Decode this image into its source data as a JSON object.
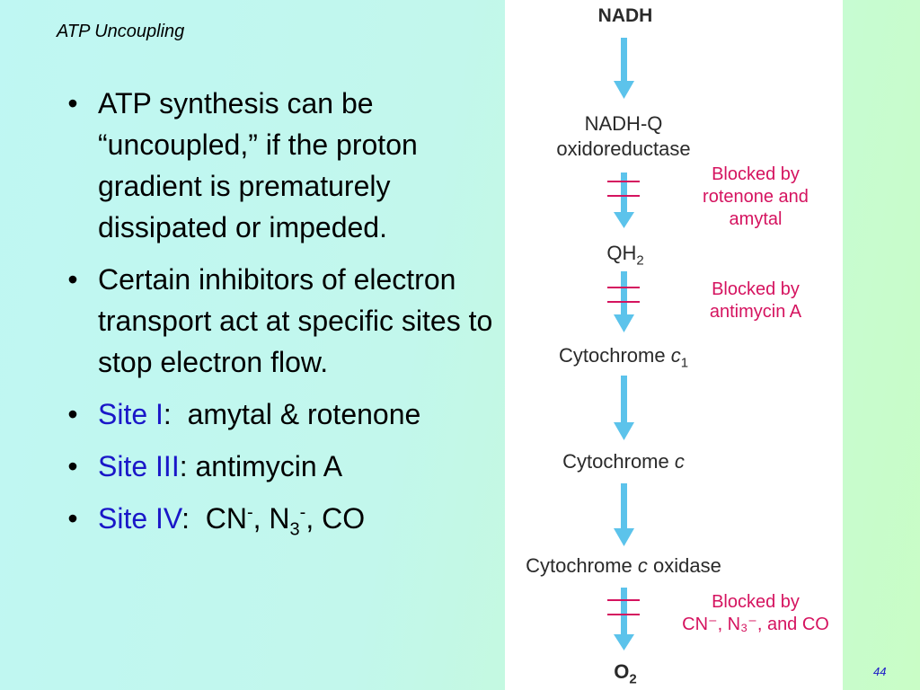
{
  "slide": {
    "title": "ATP Uncoupling",
    "page_number": "44"
  },
  "bullets": [
    {
      "text": "ATP synthesis can be “uncoupled,” if the proton gradient is prematurely dissipated or impeded."
    },
    {
      "text": "Certain inhibitors of electron transport act at specific sites to stop electron flow."
    },
    {
      "site": "Site I",
      "sep": ":  ",
      "text": "amytal & rotenone"
    },
    {
      "site": "Site III",
      "sep": ": ",
      "text": "antimycin A"
    },
    {
      "site": "Site IV",
      "sep": ":  ",
      "cn": "CN",
      "n3": ", N",
      "sub": "3",
      "co": ", CO",
      "minus": "-"
    }
  ],
  "diagram": {
    "nodes": {
      "nadh": "NADH",
      "nadh_q_1": "NADH-Q",
      "nadh_q_2": "oxidoreductase",
      "qh2_main": "QH",
      "qh2_sub": "2",
      "cyt_c1_main": "Cytochrome ",
      "cyt_c1_italic": "c",
      "cyt_c1_sub": "1",
      "cyt_c_main": "Cytochrome ",
      "cyt_c_italic": "c",
      "oxidase_main": "Cytochrome ",
      "oxidase_italic": "c",
      "oxidase_rest": " oxidase",
      "o2_main": "O",
      "o2_sub": "2"
    },
    "notes": {
      "rotenone_1": "Blocked by",
      "rotenone_2": "rotenone and",
      "rotenone_3": "amytal",
      "antimycin_1": "Blocked by",
      "antimycin_2": "antimycin A",
      "cn_1": "Blocked by",
      "cn_2": "CN⁻, N₃⁻, and CO"
    },
    "colors": {
      "arrow": "#5cc3eb",
      "node_text": "#2a2a2a",
      "note_text": "#d5135f",
      "site_label": "#1a17c8"
    }
  }
}
